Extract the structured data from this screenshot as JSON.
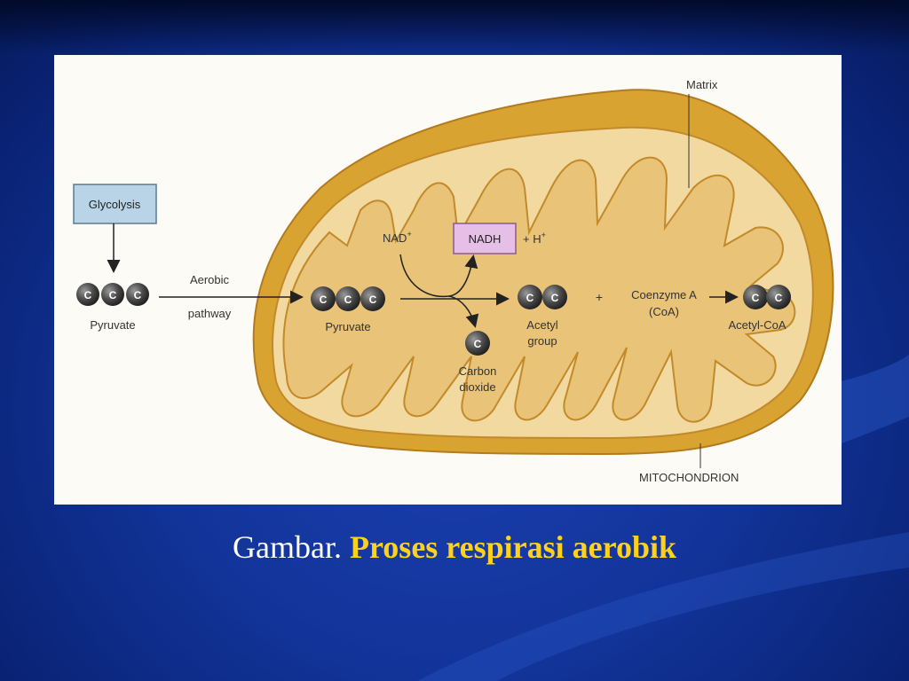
{
  "caption": {
    "prefix": "Gambar.",
    "title": "Proses respirasi aerobik"
  },
  "diagram": {
    "glycolysis_label": "Glycolysis",
    "pyruvate_outside_label": "Pyruvate",
    "aerobic_label": "Aerobic",
    "pathway_label": "pathway",
    "pyruvate_inside_label": "Pyruvate",
    "nad_label": "NAD",
    "nad_sup": "+",
    "nadh_label": "NADH",
    "h_label": "+ H",
    "h_sup": "+",
    "carbon_dioxide_line1": "Carbon",
    "carbon_dioxide_line2": "dioxide",
    "acetyl_line1": "Acetyl",
    "acetyl_line2": "group",
    "plus_label": "+",
    "coenzyme_line1": "Coenzyme A",
    "coenzyme_line2": "(CoA)",
    "acetyl_coa_label": "Acetyl-CoA",
    "matrix_label": "Matrix",
    "mitochondrion_label": "MITOCHONDRION",
    "carbon_letter": "C"
  },
  "colors": {
    "outer_membrane": "#d9a332",
    "intermembrane": "#f2d9a0",
    "matrix_fill": "#e9c377",
    "glycolysis_box": "#b8d4e6",
    "nadh_box": "#e6bfe6",
    "caption_highlight": "#ffd21a"
  }
}
